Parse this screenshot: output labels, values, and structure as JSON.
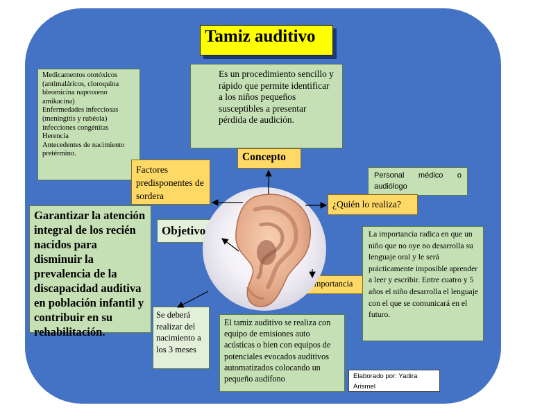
{
  "title": "Tamiz auditivo",
  "concepto": {
    "label": "Concepto",
    "text": "Es un procedimiento sencillo y rápido que permite identificar a los niños pequeños susceptibles a presentar pérdida de audición."
  },
  "factores": {
    "label": "Factores predisponentes de sordera",
    "lines": [
      "Medicamentos ototóxicos",
      "(antimaláricos, cloroquina",
      "bleomicina naproxeno",
      "amikacina)",
      "Enfermedades infecciosas",
      "(meningitis y rubéola)",
      "infecciones congénitas",
      "Herencia",
      "Antecedentes de nacimiento",
      "pretérmino."
    ]
  },
  "quien": {
    "label": "¿Quién lo realiza?",
    "text": "Personal médico o audiólogo"
  },
  "objetivo": {
    "label": "Objetivo",
    "text": "Garantizar la atención integral de los recién nacidos para disminuir la prevalencia de la discapacidad auditiva en población infantil y contribuir en su rehabilitación."
  },
  "importancia": {
    "label": "Importancia",
    "text": "La importancia radica en que un niño que no oye no desarrolla su lenguaje oral y le será prácticamente imposible aprender a leer y escribir. Entre cuatro y 5 años el niño desarrolla el lenguaje con el que se comunicará en el futuro."
  },
  "cuando": {
    "text": "Se deberá realizar del nacimiento a los 3 meses"
  },
  "como": {
    "text": "El tamiz auditivo se realiza con equipo de emisiones auto acústicas o bien con equipos de potenciales evocados auditivos automatizados colocando un pequeño audífono"
  },
  "credito": {
    "text": "Elaborado por: Yadira Arismel"
  },
  "colors": {
    "background": "#4472c4",
    "box_green": "#c5e0b4",
    "box_yellow": "#ffd966",
    "title_yellow": "#ffff00",
    "skin": "#e8b593"
  },
  "icons": [
    "ear-illustration"
  ]
}
